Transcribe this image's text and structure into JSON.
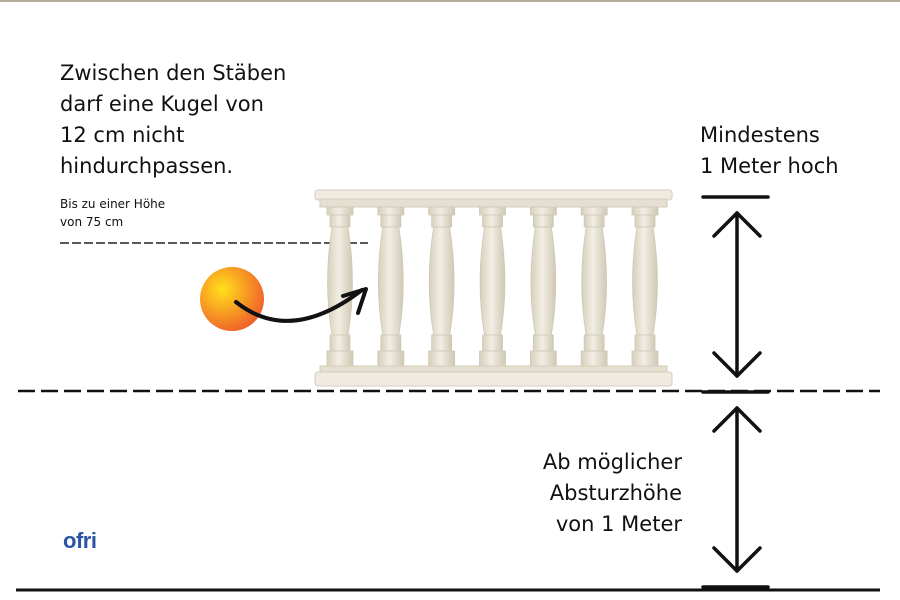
{
  "heading": {
    "lines": [
      "Zwischen den Stäben",
      "darf eine Kugel von",
      "12 cm nicht",
      "hindurchpassen."
    ]
  },
  "height_note": {
    "lines": [
      "Bis zu einer Höhe",
      "von 75 cm"
    ]
  },
  "top_dimension": {
    "lines": [
      "Mindestens",
      "1 Meter hoch"
    ]
  },
  "bottom_dimension": {
    "lines": [
      "Ab möglicher",
      "Absturzhöhe",
      "von 1 Meter"
    ]
  },
  "logo": {
    "text": "ofri"
  },
  "colors": {
    "ball_light": "#ffe11a",
    "ball_dark": "#f0602a",
    "baluster": "#e9e4d6",
    "baluster_shade": "#cfc8b4",
    "logo": "#2a55a6"
  },
  "balustrade": {
    "baluster_count": 7
  }
}
